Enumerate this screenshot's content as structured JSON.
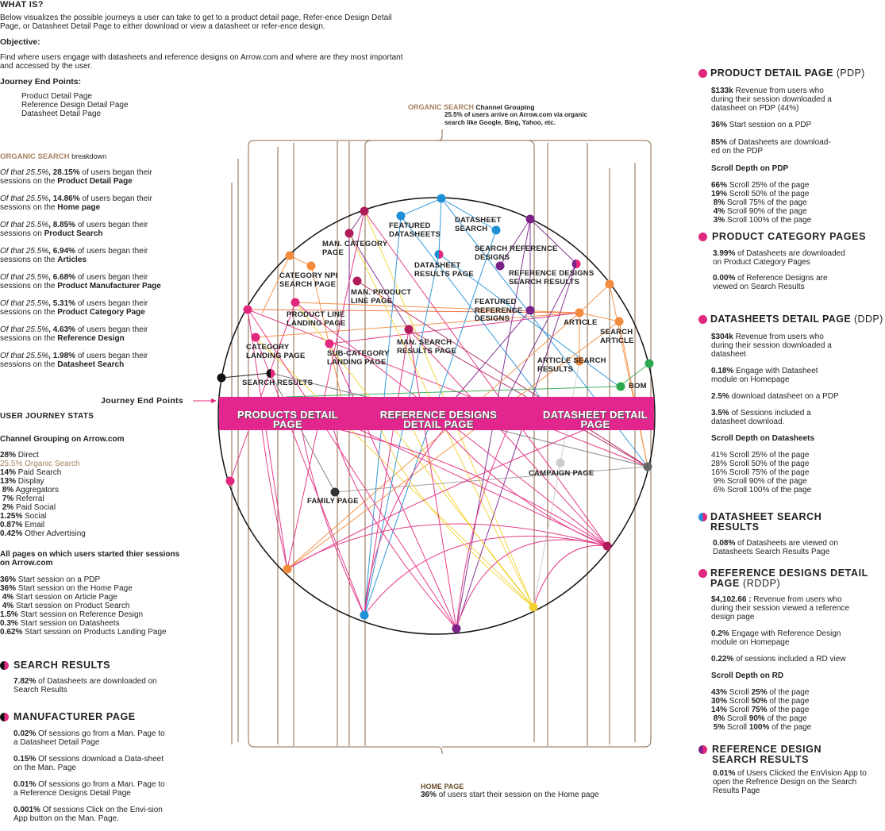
{
  "intro": {
    "title": "WHAT IS?",
    "description": "Below visualizes the possible journeys a user can take to get to a product detail page, Refer-ence Design Detail Page, or Datasheet Detail Page to either download or view a datasheet or refer-ence design.",
    "objective_heading": "Objective:",
    "objective_text": "Find where users engage with datasheets and reference designs on Arrow.com and where are they most important and accessed by the user.",
    "end_points_heading": "Journey End Points:",
    "end_points": [
      "Product Detail Page",
      "Reference Design Detail Page",
      "Datasheet Detail Page"
    ]
  },
  "organic_breakdown": {
    "heading": "ORGANIC SEARCH",
    "heading_suffix": "breakdown",
    "items": [
      {
        "pre": "Of that 25.5%",
        "pct": ", 28.15%",
        "mid": " of users began their sessions on the ",
        "target": "Product Detail Page"
      },
      {
        "pre": "Of that 25.5%",
        "pct": ", 14.86%",
        "mid": " of users began their sessions on the ",
        "target": "Home page"
      },
      {
        "pre": "Of that 25.5%",
        "pct": ", 8.85%",
        "mid": " of users began their sessions on ",
        "target": "Product Search"
      },
      {
        "pre": "Of that 25.5%",
        "pct": ", 6.94%",
        "mid": " of users began their sessions on the ",
        "target": "Articles"
      },
      {
        "pre": "Of that 25.5%",
        "pct": ", 6.68%",
        "mid": " of users began their sessions on the ",
        "target": "Product Manufacturer Page"
      },
      {
        "pre": "Of that 25.5%",
        "pct": ", 5.31%",
        "mid": " of users began their sessions on the ",
        "target": "Product Category Page"
      },
      {
        "pre": "Of that 25.5%",
        "pct": ", 4.63%",
        "mid": " of users began their sessions on the ",
        "target": "Reference Design"
      },
      {
        "pre": "Of that 25.5%",
        "pct": ", 1.98%",
        "mid": " of users began their sessions on the ",
        "target": "Datasheet Search"
      }
    ]
  },
  "journey_end_points_label": "Journey End Points",
  "user_journey_stats": {
    "heading": "USER JOURNEY STATS",
    "channel_heading": "Channel Grouping on Arrow.com",
    "channels": [
      {
        "v": "28%",
        "l": " Direct",
        "tan": false
      },
      {
        "v": "25.5%",
        "l": " Organic Search",
        "tan": true
      },
      {
        "v": "14%",
        "l": " Paid Search",
        "tan": false
      },
      {
        "v": "13%",
        "l": " Display",
        "tan": false
      },
      {
        "v": " 8%",
        "l": " Aggregators",
        "tan": false
      },
      {
        "v": " 7%",
        "l": " Referral",
        "tan": false
      },
      {
        "v": " 2%",
        "l": " Paid Social",
        "tan": false
      },
      {
        "v": "1.25%",
        "l": " Social",
        "tan": false
      },
      {
        "v": "0.87%",
        "l": " Email",
        "tan": false
      },
      {
        "v": "0.42%",
        "l": " Other Advertising",
        "tan": false
      }
    ],
    "start_heading": "All pages on which users started thier sessions on Arrow.com",
    "starts": [
      {
        "v": "36%",
        "l": " Start session on a PDP"
      },
      {
        "v": "36%",
        "l": " Start session on the Home Page"
      },
      {
        "v": " 4%",
        "l": " Start session on Article Page"
      },
      {
        "v": " 4%",
        "l": " Start session on Product Search"
      },
      {
        "v": "1.5%",
        "l": " Start session on Reference Design"
      },
      {
        "v": "0.3%",
        "l": " Start session on Datasheets"
      },
      {
        "v": "0.62%",
        "l": " Start session on Products Landing Page"
      }
    ]
  },
  "search_results": {
    "heading": "SEARCH RESULTS",
    "text_v": "7.82%",
    "text_l": " of Datasheets are downloaded on Search Results"
  },
  "manufacturer_page": {
    "heading": "MANUFACTURER PAGE",
    "items": [
      {
        "v": "0.02%",
        "l": " Of sessions go from a Man. Page to a Datasheet Detail Page"
      },
      {
        "v": "0.15%",
        "l": " Of sessions download a Data-sheet on the Man. Page"
      },
      {
        "v": "0.01%",
        "l": " Of sessions go from a Man. Page to a Reference Designs Detail Page"
      },
      {
        "v": "0.001%",
        "l": " Of sessions Click on the Envi-sion App button on the Man. Page."
      }
    ]
  },
  "diagram": {
    "organic_title": "ORGANIC SEARCH",
    "organic_suffix": "Channel Grouping",
    "organic_sub": "25.5% of users arrive on Arrow.com via organic search like Google, Bing, Yahoo, etc.",
    "home_title": "HOME PAGE",
    "home_v": "36%",
    "home_l": " of users start their session on the Home page",
    "band_labels": [
      "PRODUCTS DETAIL PAGE",
      "REFERENCE DESIGNS DETAIL PAGE",
      "DATASHEET DETAIL PAGE"
    ],
    "nodes": {
      "featured_datasheets": "FEATURED DATASHEETS",
      "datasheet_search": "DATASHEET SEARCH",
      "man_category": "MAN. CATEGORY PAGE",
      "category_npi": "CATEGORY NPI SEARCH PAGE",
      "datasheet_results": "DATASHEET RESULTS PAGE",
      "search_reference": "SEARCH REFERENCE DESIGNS",
      "reference_search_results": "REFERENCE DESIGNS SEARCH RESULTS",
      "man_product_line": "MAN. PRODUCT LINE PAGE",
      "product_line_landing": "PRODUCT LINE LANDING PAGE",
      "featured_reference": "FEATURED REFERENCE DESIGNS",
      "article": "ARTICLE",
      "search_article": "SEARCH ARTICLE",
      "category_landing": "CATEGORY LANDING PAGE",
      "sub_category": "SUB-CATEGORY LANDING PAGE",
      "man_search": "MAN. SEARCH RESULTS PAGE",
      "article_search": "ARTICLE SEARCH RESULTS",
      "search_results": "SEARCH RESULTS",
      "bom": "BOM",
      "campaign": "CAMPAIGN PAGE",
      "family": "FAMILY PAGE"
    }
  },
  "right": {
    "pdp": {
      "heading": "PRODUCT DETAIL PAGE",
      "heading_suffix": " (PDP)",
      "rev_v": "$133k",
      "rev_l": " Revenue from users who during their session downloaded a datasheet on PDP (44%)",
      "s1_v": "36%",
      "s1_l": " Start session on a PDP",
      "s2_v": "85%",
      "s2_l": " of Datasheets are download-ed on the PDP",
      "scroll_heading": "Scroll Depth on PDP",
      "scroll": [
        {
          "v": "66%",
          "l": " Scroll 25% of the page"
        },
        {
          "v": "19%",
          "l": " Scroll 50% of the page"
        },
        {
          "v": " 8%",
          "l": " Scroll 75% of the page"
        },
        {
          "v": " 4%",
          "l": " Scroll 90% of the page"
        },
        {
          "v": " 3%",
          "l": " Scroll 100% of the page"
        }
      ]
    },
    "pcp": {
      "heading": "PRODUCT CATEGORY PAGES",
      "i1_v": "3.99%",
      "i1_l": " of Datasheets are downloaded on Product Category Pages",
      "i2_v": "0.00%",
      "i2_l": " of Reference Designs are viewed on Search Results"
    },
    "ddp": {
      "heading": "DATASHEETS DETAIL PAGE",
      "heading_suffix": " (DDP)",
      "rev_v": "$304k",
      "rev_l": " Revenue from users who during their session downloaded a datasheet",
      "i1_v": "0.18%",
      "i1_l": " Engage with Datasheet module on Homepage",
      "i2_v": "2.5%",
      "i2_l": " download datasheet on a PDP",
      "i3_v": "3.5%",
      "i3_l": " of Sessions included a datasheet download.",
      "scroll_heading": "Scroll Depth on Datasheets",
      "scroll": [
        "41% Scroll 25% of the page",
        "28% Scroll 50% of the page",
        "16% Scroll 75% of the page",
        " 9% Scroll 90% of the page",
        " 6% Scroll 100% of the page"
      ]
    },
    "dsr": {
      "heading": "DATASHEET SEARCH RESULTS",
      "i1_v": "0.08%",
      "i1_l": " of Datasheets are viewed on Datasheets Search Results Page"
    },
    "rddp": {
      "heading": "REFERENCE DESIGNS DETAIL PAGE",
      "heading_suffix": " (RDDP)",
      "rev_v": "$4,102.66 :",
      "rev_l": " Revenue from users who during their session viewed a reference design page",
      "i1_v": "0.2%",
      "i1_l": " Engage with Reference Design module on Homepage",
      "i2_v": "0.22%",
      "i2_l": " of sessions included a RD view",
      "scroll_heading": "Scroll Depth on RD",
      "scroll": [
        {
          "v": "43%",
          "a": " Scroll ",
          "b": "25%",
          "c": " of the page"
        },
        {
          "v": "30%",
          "a": " Scroll ",
          "b": "50%",
          "c": " of the page"
        },
        {
          "v": "14%",
          "a": " Scroll ",
          "b": "75%",
          "c": " of the page"
        },
        {
          "v": " 8%",
          "a": " Scroll ",
          "b": "90%",
          "c": " of the page"
        },
        {
          "v": " 5%",
          "a": " Scroll ",
          "b": "100%",
          "c": " of the page"
        }
      ]
    },
    "rdsr": {
      "heading": "REFERENCE DESIGN SEARCH RESULTS",
      "i1_v": "0.01%",
      "i1_l": " of Users Clicked the EnVision App to open the Refrence Design on the Search Results Page"
    }
  }
}
